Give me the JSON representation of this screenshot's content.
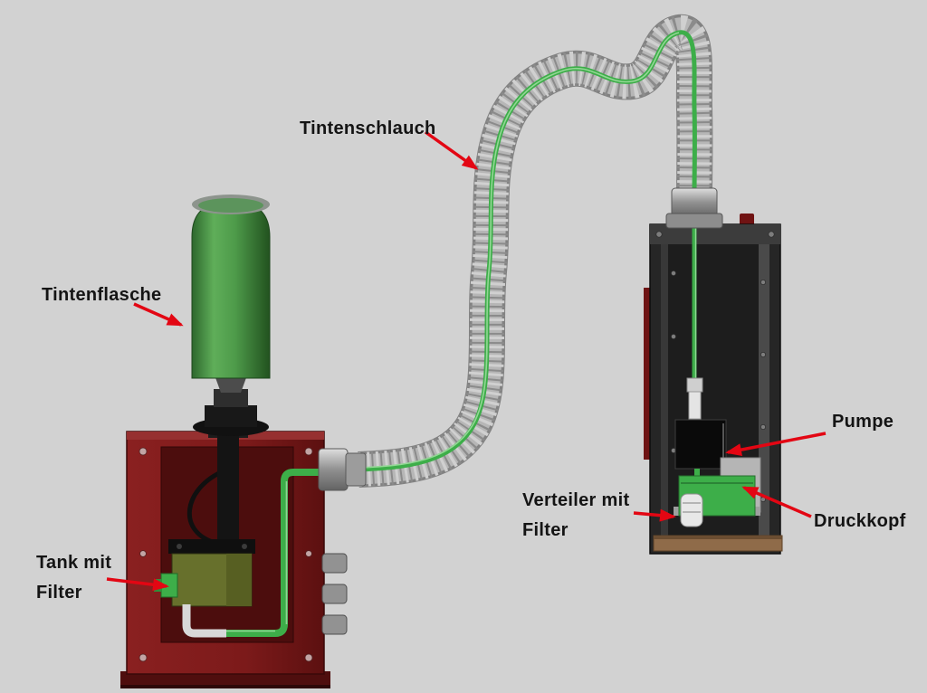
{
  "labels": {
    "tintenschlauch": "Tintenschlauch",
    "tintenflasche": "Tintenflasche",
    "tank": {
      "line1": "Tank mit",
      "line2": "Filter"
    },
    "verteiler": {
      "line1": "Verteiler mit",
      "line2": "Filter"
    },
    "pumpe": "Pumpe",
    "druckkopf": "Druckkopf"
  },
  "colors": {
    "background": "#d2d2d2",
    "arrow_red": "#e30613",
    "ink_green": "#3dae49",
    "bottle_green": "#4e9b4a",
    "left_unit_red": "#7c1a1a",
    "right_unit_dark": "#262626",
    "hose_gray": "#b6b6b6",
    "base_plate_bronze": "#8f6b49"
  }
}
